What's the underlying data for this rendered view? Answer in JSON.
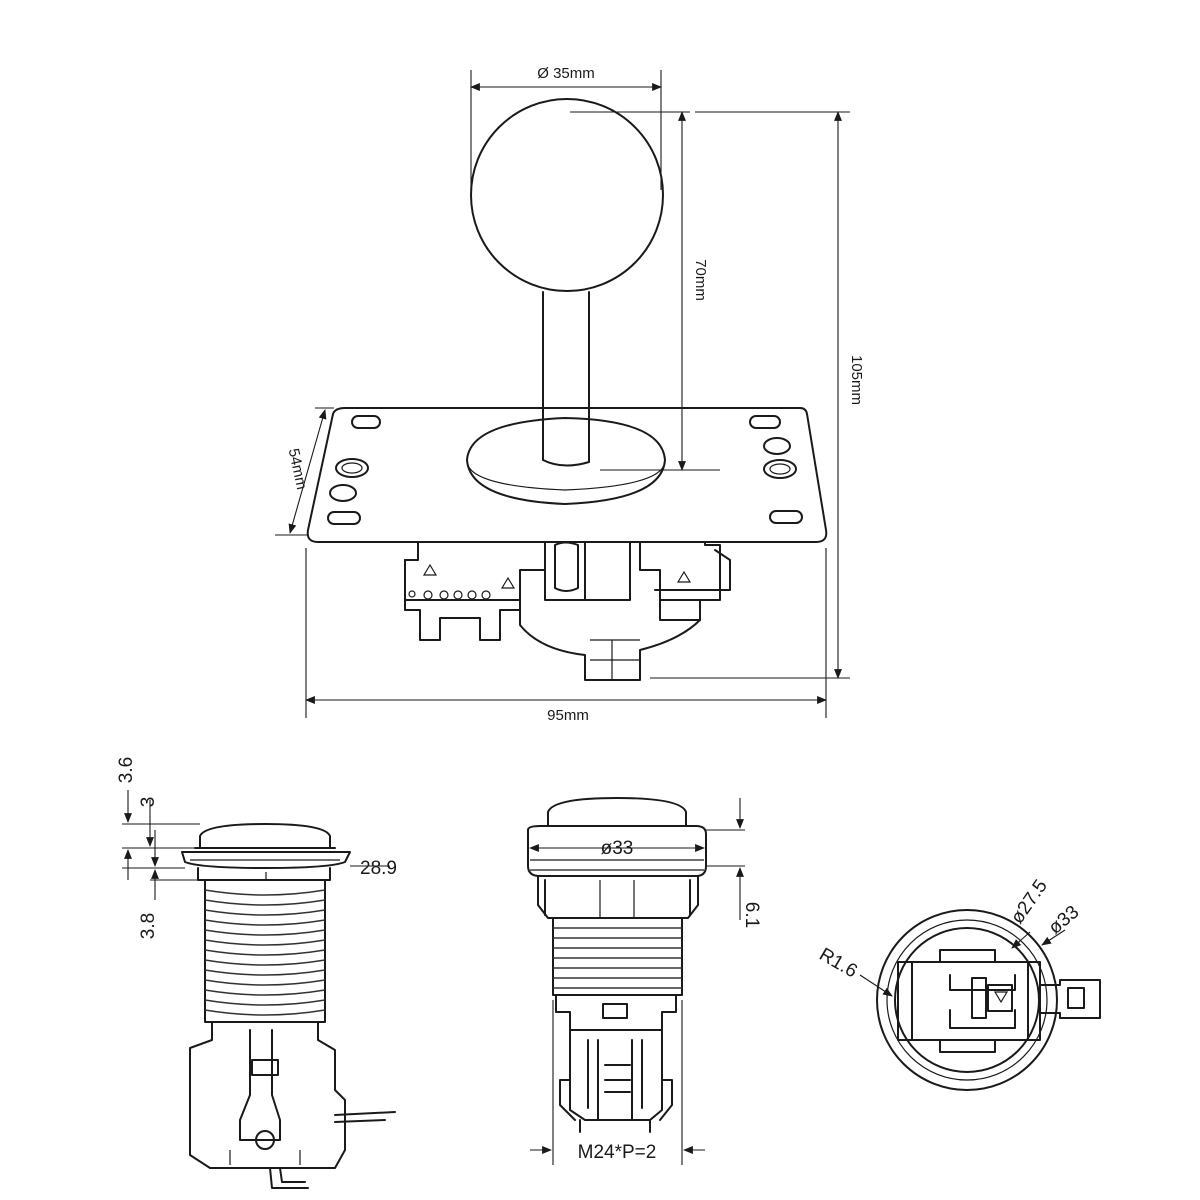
{
  "joystick": {
    "ball_diameter": "Ø 35mm",
    "shaft_height": "70mm",
    "total_height": "105mm",
    "plate_depth": "54mm",
    "plate_width": "95mm"
  },
  "button_side": {
    "cap_height": "3.6",
    "cap_gap": "3",
    "flange_width": "28.9",
    "flange_height": "3.8"
  },
  "button_front": {
    "diameter": "ø33",
    "bezel_height": "6.1",
    "thread": "M24*P=2"
  },
  "button_bottom": {
    "inner_diameter": "ø27.5",
    "outer_diameter": "ø33",
    "radius": "R1.6"
  }
}
